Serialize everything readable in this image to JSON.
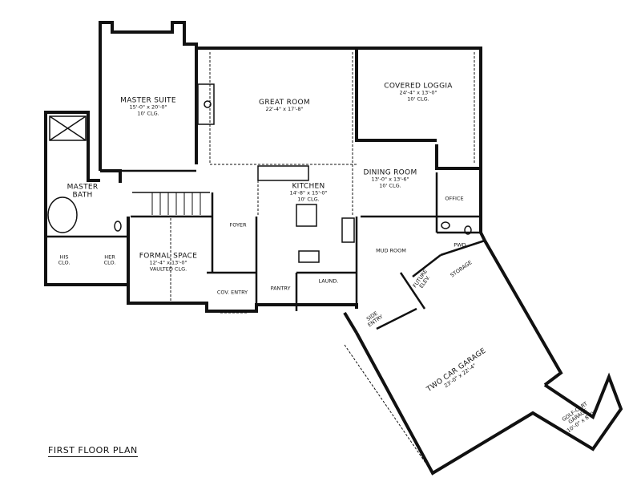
{
  "plan_title": "FIRST FLOOR PLAN",
  "rooms": {
    "master_suite": {
      "name": "MASTER SUITE",
      "size": "15'-0\" x 20'-0\"",
      "ceiling": "10' CLG."
    },
    "great_room": {
      "name": "GREAT ROOM",
      "size": "22'-4\" x 17'-8\""
    },
    "covered_loggia": {
      "name": "COVERED LOGGIA",
      "size": "24'-4\" x 13'-0\"",
      "ceiling": "10' CLG."
    },
    "dining_room": {
      "name": "DINING ROOM",
      "size": "13'-0\" x 13'-6\"",
      "ceiling": "10' CLG."
    },
    "kitchen": {
      "name": "KITCHEN",
      "size": "14'-8\" x 15'-0\"",
      "ceiling": "10' CLG."
    },
    "master_bath": {
      "name": "MASTER BATH"
    },
    "his_clo": {
      "name": "HIS CLO."
    },
    "her_clo": {
      "name": "HER CLO."
    },
    "formal_space": {
      "name": "FORMAL SPACE",
      "size": "12'-4\" x 13'-0\"",
      "ceiling": "VAULTED CLG."
    },
    "foyer": {
      "name": "FOYER"
    },
    "cov_entry": {
      "name": "COV. ENTRY"
    },
    "pantry": {
      "name": "PANTRY"
    },
    "laund": {
      "name": "LAUND."
    },
    "mud_room": {
      "name": "MUD ROOM"
    },
    "office": {
      "name": "OFFICE"
    },
    "pwd": {
      "name": "PWD."
    },
    "future_elev": {
      "name": "FUTURE ELEV."
    },
    "storage": {
      "name": "STORAGE"
    },
    "side_entry": {
      "name": "SIDE ENTRY"
    },
    "two_car_garage": {
      "name": "TWO CAR GARAGE",
      "size": "23'-0\" x 22'-4\""
    },
    "golf_cart_garage": {
      "name": "GOLF-CART GARAGE",
      "size": "10'-0\" x 8'-0\""
    }
  }
}
